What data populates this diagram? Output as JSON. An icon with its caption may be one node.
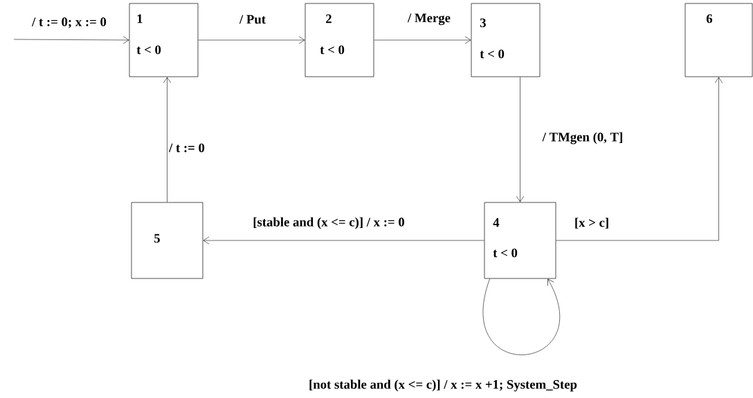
{
  "diagram": {
    "nodes": [
      {
        "text": [
          "1",
          "t < 0"
        ]
      },
      {
        "text": [
          "2",
          "t < 0"
        ]
      },
      {
        "text": [
          "3",
          "t < 0"
        ]
      },
      {
        "text": [
          "6"
        ]
      },
      {
        "text": [
          "5"
        ]
      },
      {
        "text": [
          "4",
          "t < 0"
        ]
      }
    ],
    "edges": [
      {
        "from": null,
        "to": 0,
        "arrow": "to",
        "label": "/ t := 0; x := 0"
      },
      {
        "from": 0,
        "to": 1,
        "arrow": "to",
        "label": "/ Put"
      },
      {
        "from": 1,
        "to": 2,
        "arrow": "to",
        "label": "/ Merge"
      },
      {
        "from": 2,
        "to": 5,
        "arrow": "to",
        "label": "/ TMgen (0, T]"
      },
      {
        "from": 5,
        "to": 4,
        "arrow": "to",
        "label": "[stable and (x <= c)] / x := 0"
      },
      {
        "from": 5,
        "to": 3,
        "arrow": "to",
        "label": "[x > c]"
      },
      {
        "from": 5,
        "to": 5,
        "arrow": "to",
        "label": "[not stable and (x <= c)] / x := x +1; System_Step"
      },
      {
        "from": 4,
        "to": 0,
        "arrow": "to",
        "label": "/ t := 0"
      }
    ]
  }
}
